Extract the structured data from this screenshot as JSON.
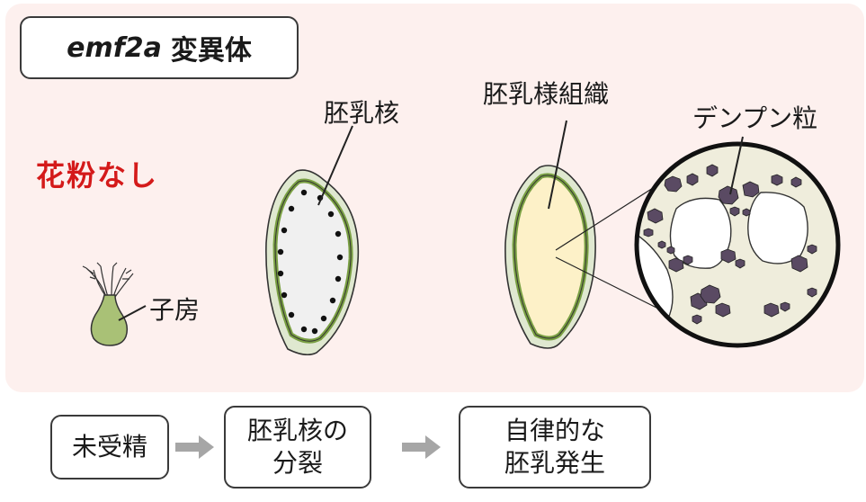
{
  "title": {
    "gene": "emf2a",
    "suffix": "変異体"
  },
  "no_pollen": "花粉なし",
  "labels": {
    "ovary": "子房",
    "endosperm_nucleus": "胚乳核",
    "endosperm_tissue": "胚乳様組織",
    "starch_grains": "デンプン粒"
  },
  "steps": [
    {
      "line1": "未受精",
      "line2": ""
    },
    {
      "line1": "胚乳核の",
      "line2": "分裂"
    },
    {
      "line1": "自律的な",
      "line2": "胚乳発生"
    }
  ],
  "colors": {
    "panel": "#fdf0ee",
    "seed_coat": "#8fb060",
    "endosperm_fill": "#fdf1c8",
    "starch": "#5a4a63",
    "alert_text": "#d41a1a",
    "arrow": "#a6a6a6"
  }
}
